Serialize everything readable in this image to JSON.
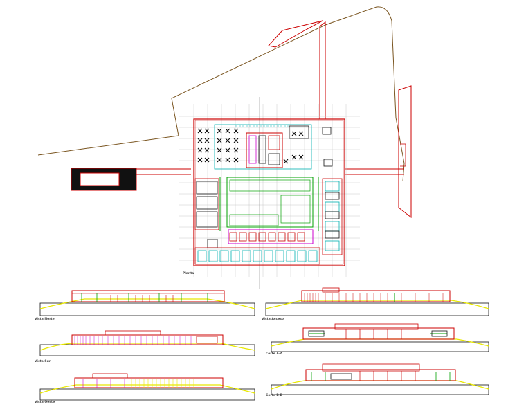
{
  "drawing": {
    "plan_label": "Planta",
    "views": [
      {
        "id": "vista-norte",
        "label": "Vista Norte"
      },
      {
        "id": "vista-acceso",
        "label": "Vista Acceso"
      },
      {
        "id": "vista-sur",
        "label": "Vista Sur"
      },
      {
        "id": "corte-aa",
        "label": "Corte A-A"
      },
      {
        "id": "vista-oeste",
        "label": "Vista Oeste"
      },
      {
        "id": "corte-bb",
        "label": "Corte B-B"
      }
    ]
  },
  "colors": {
    "wall": "#cc0000",
    "grid": "#c0c0c0",
    "green": "#00a000",
    "yellow": "#e8e800",
    "cyan": "#00b0b0",
    "magenta": "#cc00cc",
    "black": "#111111"
  }
}
